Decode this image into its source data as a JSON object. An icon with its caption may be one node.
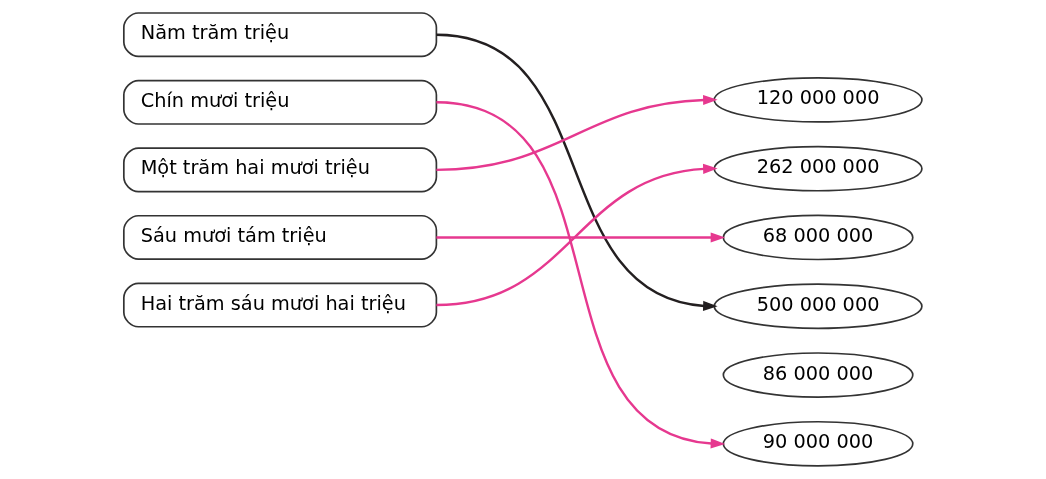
{
  "diagram": {
    "nodes": [
      {
        "text": [
          "Năm trăm triệu"
        ]
      },
      {
        "text": [
          "Chín mươi triệu"
        ]
      },
      {
        "text": [
          "Một trăm hai mươi triệu"
        ]
      },
      {
        "text": [
          "Sáu mươi tám triệu"
        ]
      },
      {
        "text": [
          "Hai trăm sáu mươi hai triệu"
        ]
      },
      {
        "text": [
          "120 000 000"
        ]
      },
      {
        "text": [
          "262 000 000"
        ]
      },
      {
        "text": [
          "68 000 000"
        ]
      },
      {
        "text": [
          "500 000 000"
        ]
      },
      {
        "text": [
          "86 000 000"
        ]
      },
      {
        "text": [
          "90 000 000"
        ]
      }
    ],
    "edges": [
      {
        "from": 0,
        "to": 8,
        "arrow": "to",
        "color": "#231f20"
      },
      {
        "from": 1,
        "to": 10,
        "arrow": "to"
      },
      {
        "from": 2,
        "to": 5,
        "arrow": "to"
      },
      {
        "from": 3,
        "to": 7,
        "arrow": "to"
      },
      {
        "from": 4,
        "to": 6,
        "arrow": "to"
      }
    ]
  }
}
